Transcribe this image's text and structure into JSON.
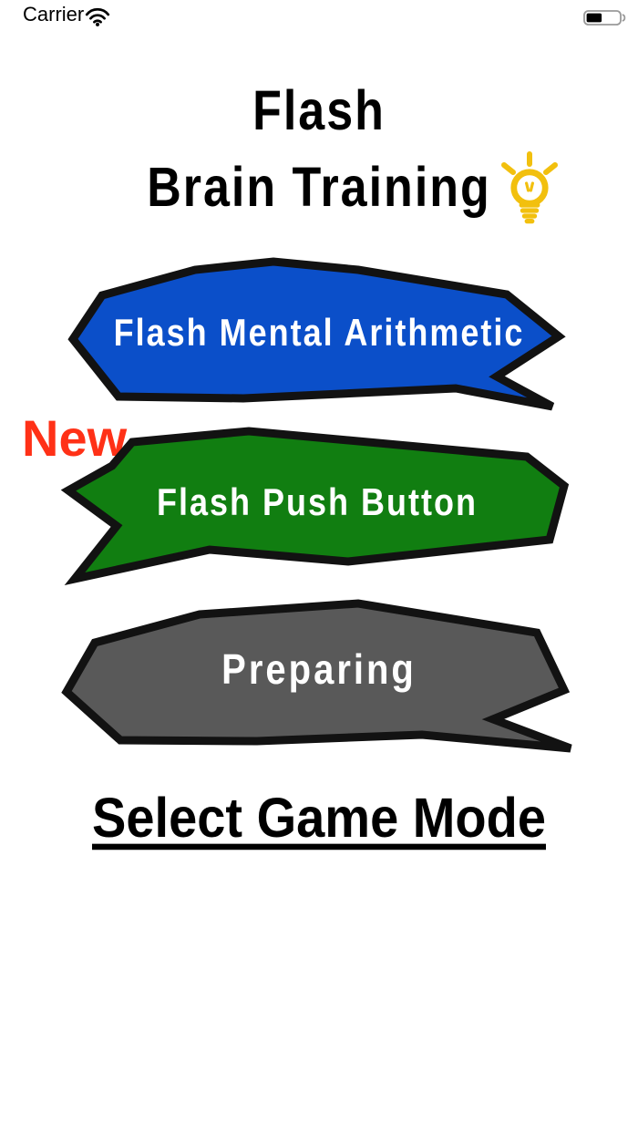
{
  "status_bar": {
    "carrier_label": "Carrier",
    "wifi_icon": "wifi-icon",
    "battery_icon": "battery-icon",
    "battery_level_percent": 45
  },
  "title": {
    "line1": "Flash",
    "line2": "Brain Training",
    "icon": "lightbulb-icon"
  },
  "banners": [
    {
      "label": "Flash Mental Arithmetic",
      "fill": "#0b4fc9",
      "outline": "#121212",
      "tail": "bottom-right",
      "badge": null
    },
    {
      "label": "Flash Push Button",
      "fill": "#117e11",
      "outline": "#121212",
      "tail": "bottom-left",
      "badge": "New"
    },
    {
      "label": "Preparing",
      "fill": "#595959",
      "outline": "#121212",
      "tail": "bottom-right",
      "badge": null
    }
  ],
  "footer": {
    "label": "Select Game Mode"
  },
  "colors": {
    "background": "#ffffff",
    "title_text": "#000000",
    "banner_text": "#ffffff",
    "badge_new": "#ff3117",
    "bulb_yellow": "#f2c00e"
  }
}
